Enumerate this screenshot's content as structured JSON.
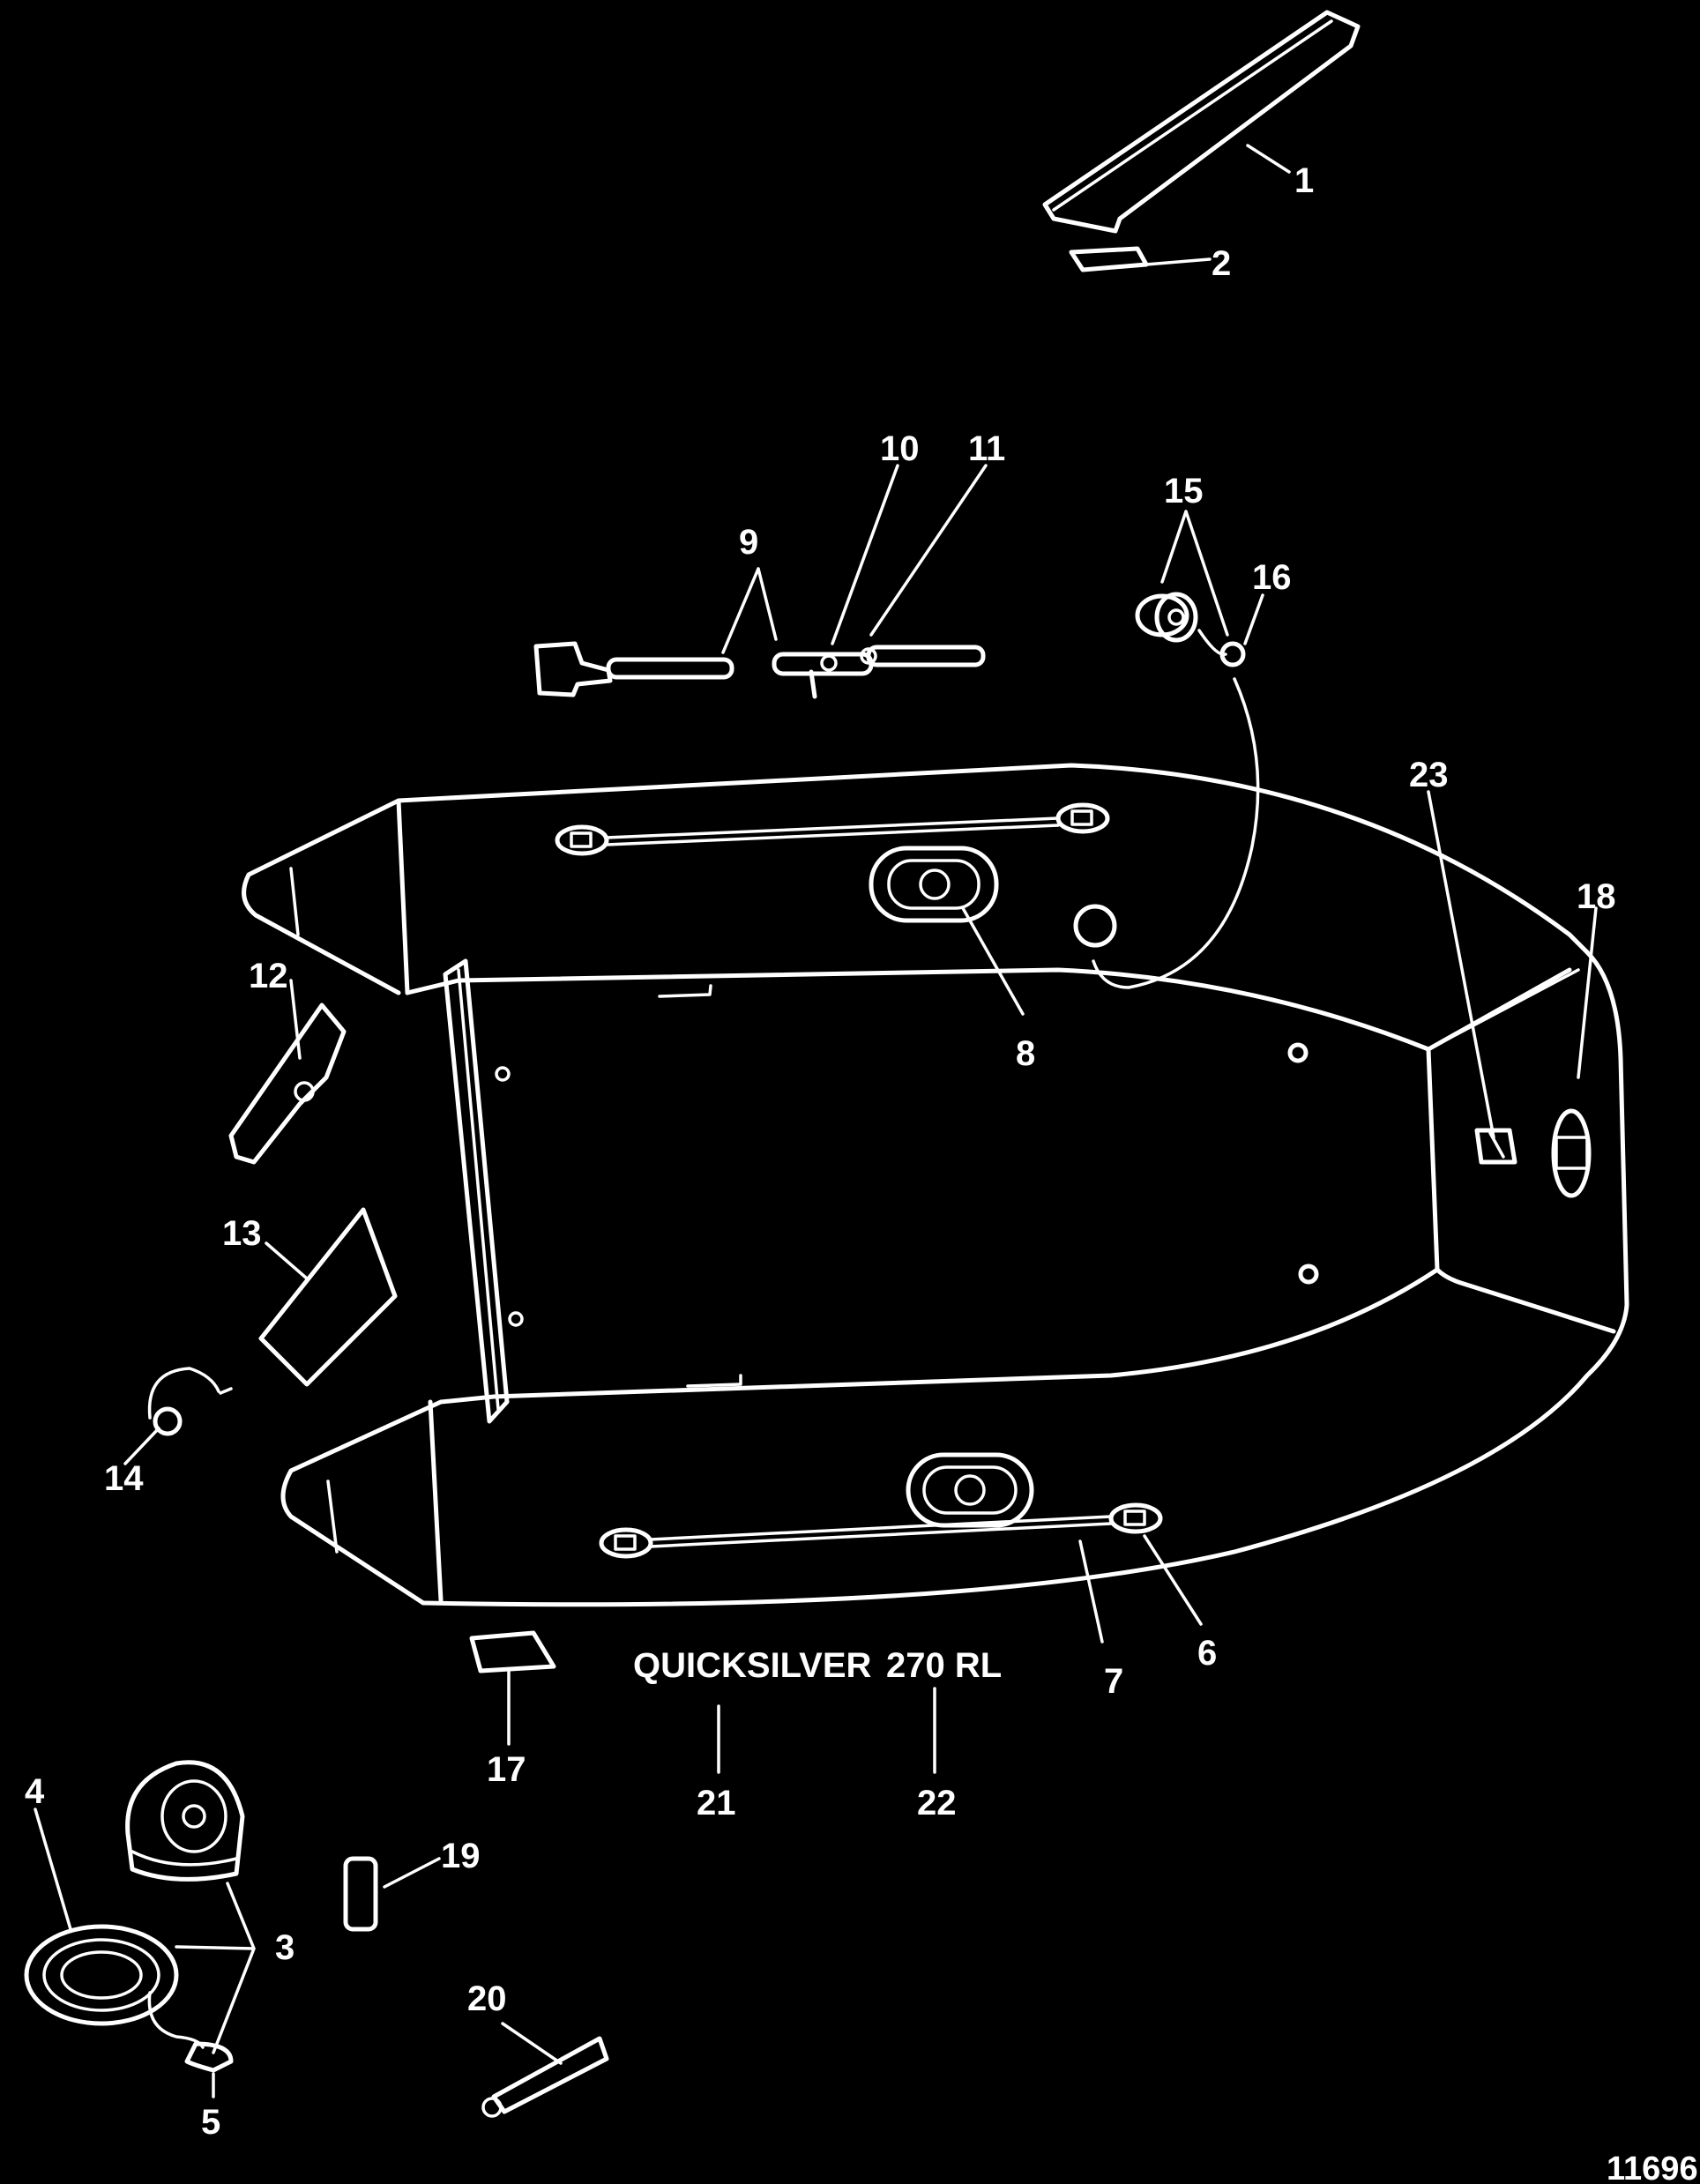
{
  "callouts": {
    "c1": "1",
    "c2": "2",
    "c3": "3",
    "c4": "4",
    "c5": "5",
    "c6": "6",
    "c7": "7",
    "c8": "8",
    "c9": "9",
    "c10": "10",
    "c11": "11",
    "c12": "12",
    "c13": "13",
    "c14": "14",
    "c15": "15",
    "c16": "16",
    "c17": "17",
    "c18": "18",
    "c19": "19",
    "c20": "20",
    "c21": "21",
    "c22": "22",
    "c23": "23"
  },
  "decals": {
    "brand_text": "QUICKSILVER",
    "model_text": "270 RL"
  },
  "figure_number": "11696",
  "colors": {
    "background": "#000000",
    "line": "#ffffff"
  }
}
